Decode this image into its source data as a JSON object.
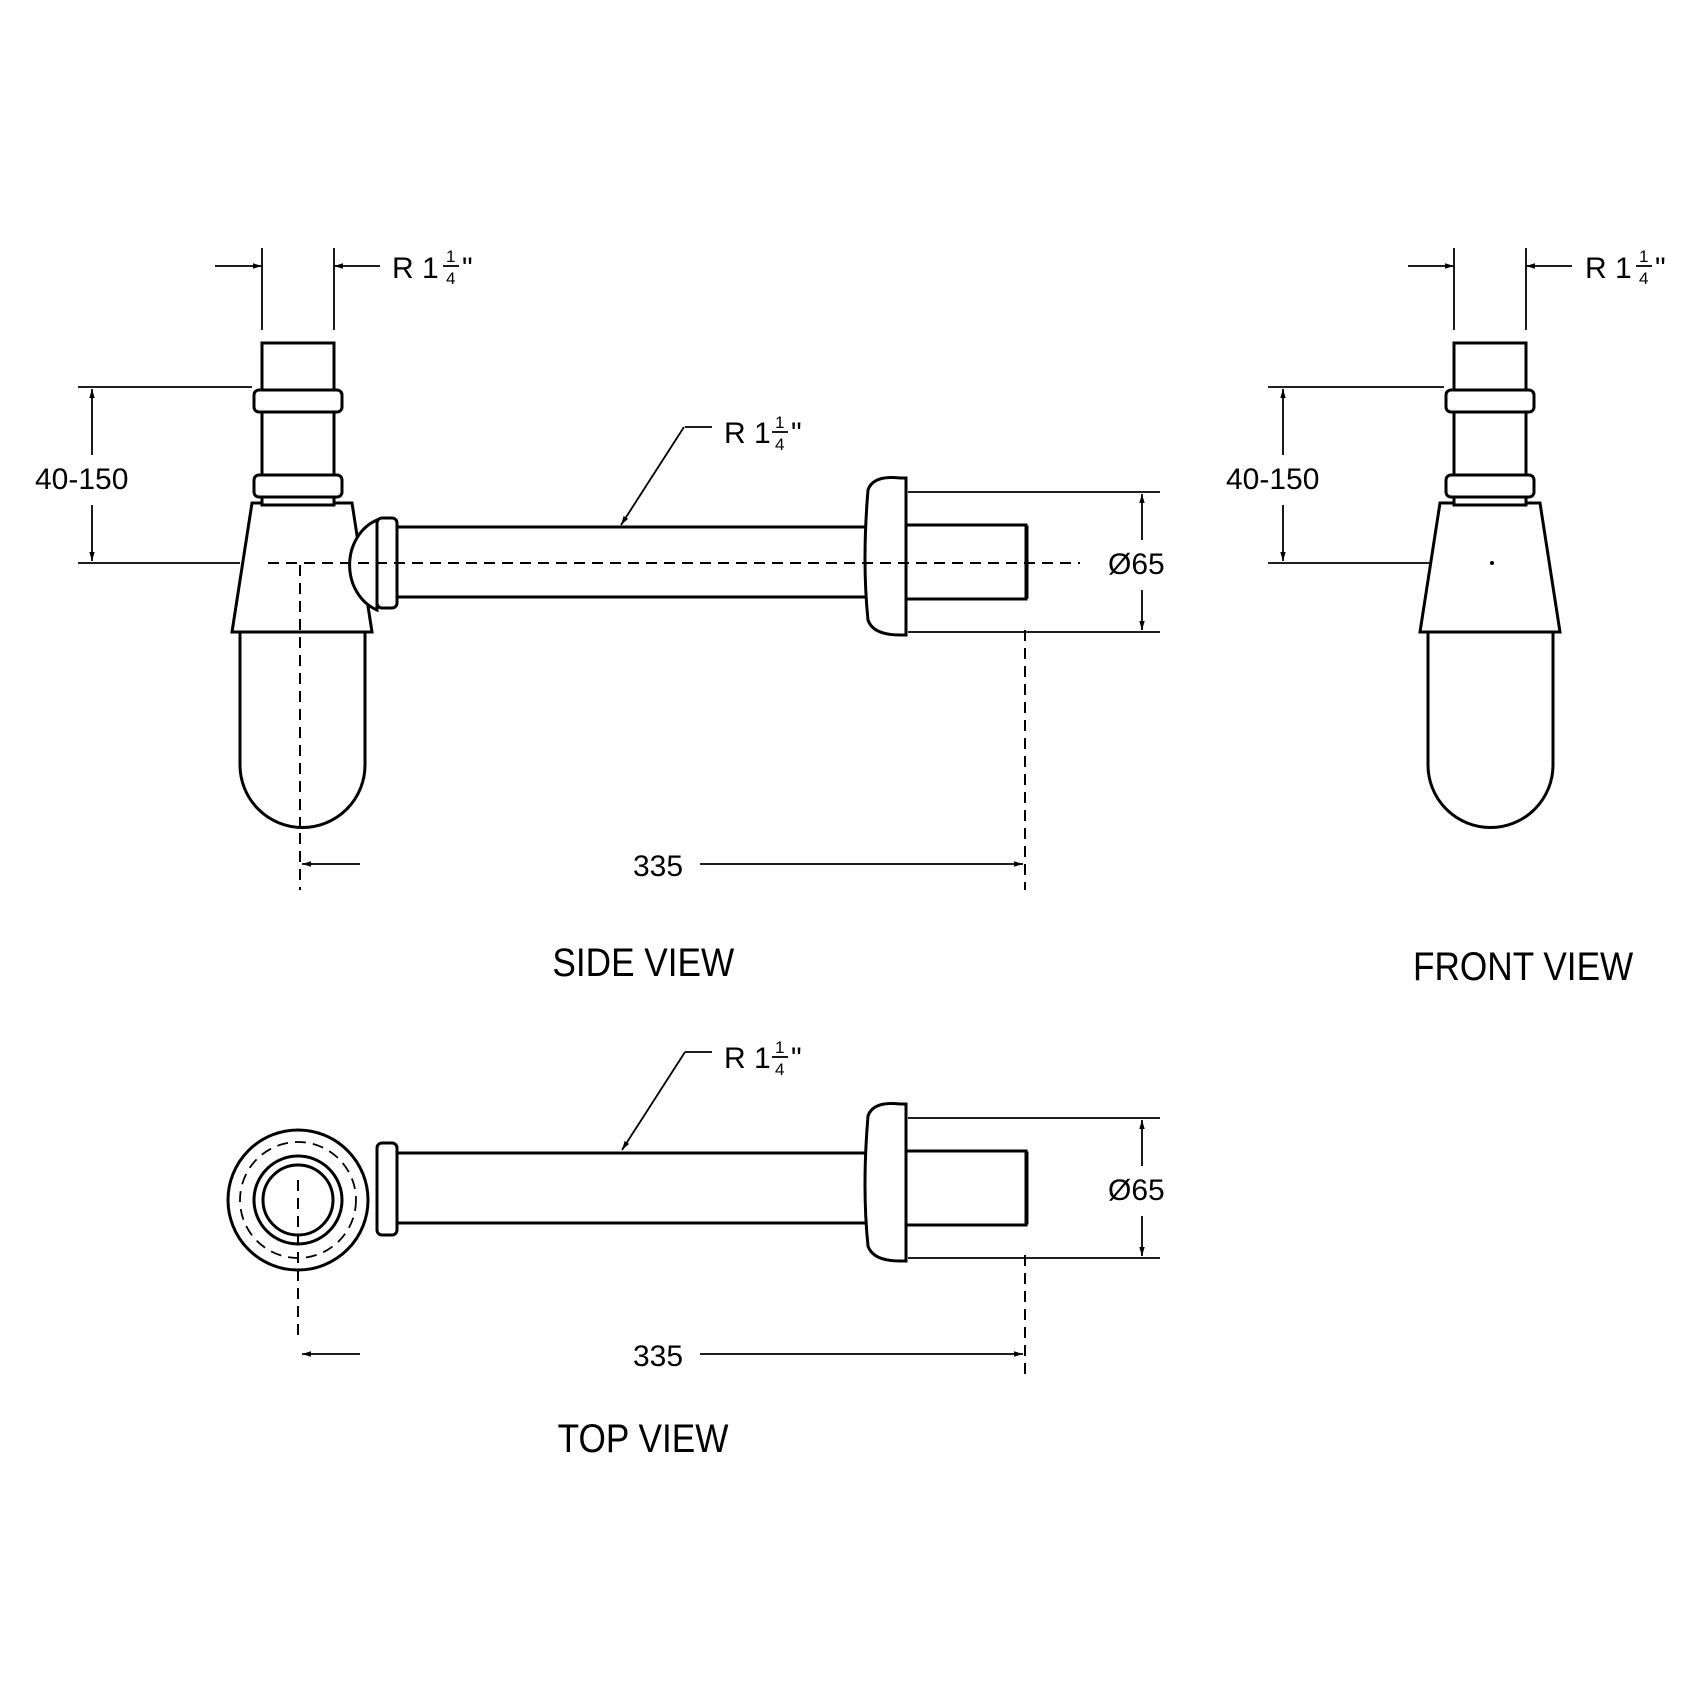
{
  "views": {
    "side": {
      "title": "SIDE VIEW"
    },
    "front": {
      "title": "FRONT VIEW"
    },
    "top": {
      "title": "TOP VIEW"
    }
  },
  "dimensions": {
    "thread_prefix": "R 1",
    "thread_frac_num": "1",
    "thread_frac_den": "4",
    "thread_suffix": "\"",
    "height_range": "40-150",
    "diameter": "Ø65",
    "length": "335"
  },
  "colors": {
    "line": "#000000",
    "background": "#ffffff"
  }
}
